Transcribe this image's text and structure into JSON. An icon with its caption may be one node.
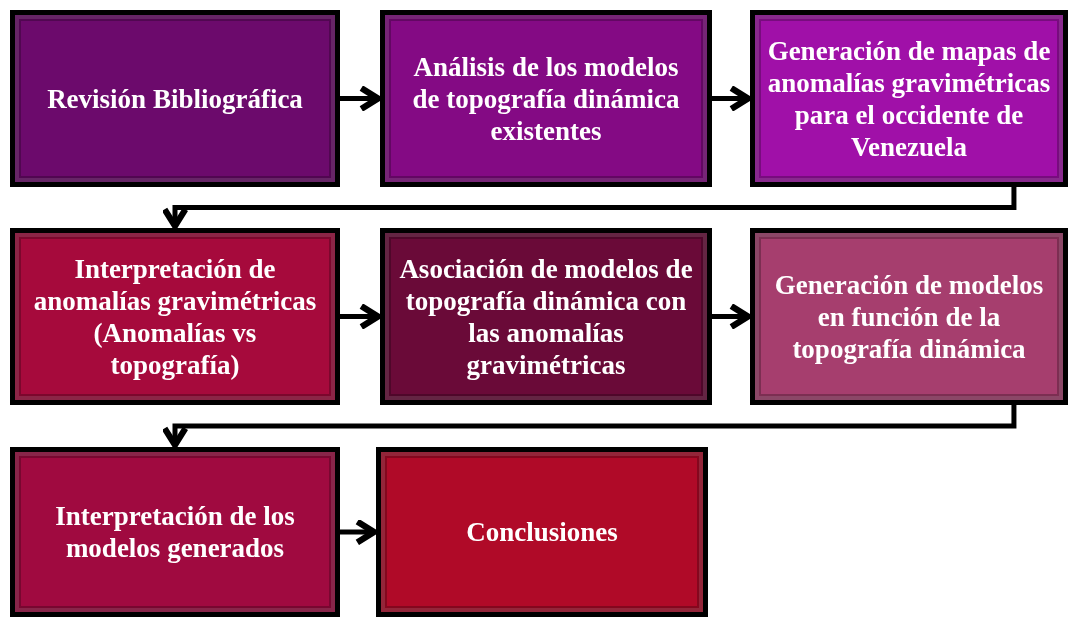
{
  "diagram": {
    "nodes": [
      {
        "text": [
          "Revisión Bibliográfica"
        ]
      },
      {
        "text": [
          "Análisis de los modelos de topografía dinámica existentes"
        ]
      },
      {
        "text": [
          "Generación de mapas de anomalías gravimétricas para el occidente de Venezuela"
        ]
      },
      {
        "text": [
          "Interpretación de anomalías gravimétricas (Anomalías vs topografía)"
        ]
      },
      {
        "text": [
          "Asociación de modelos de topografía dinámica con las anomalías gravimétricas"
        ]
      },
      {
        "text": [
          "Generación de modelos en función de la topografía dinámica"
        ]
      },
      {
        "text": [
          "Interpretación de los modelos generados"
        ]
      },
      {
        "text": [
          "Conclusiones"
        ]
      }
    ],
    "edges": [
      {
        "from": 0,
        "to": 1,
        "arrow": "to"
      },
      {
        "from": 1,
        "to": 2,
        "arrow": "to"
      },
      {
        "from": 2,
        "to": 3,
        "arrow": "to"
      },
      {
        "from": 3,
        "to": 4,
        "arrow": "to"
      },
      {
        "from": 4,
        "to": 5,
        "arrow": "to"
      },
      {
        "from": 5,
        "to": 6,
        "arrow": "to"
      },
      {
        "from": 6,
        "to": 7,
        "arrow": "to"
      }
    ]
  }
}
